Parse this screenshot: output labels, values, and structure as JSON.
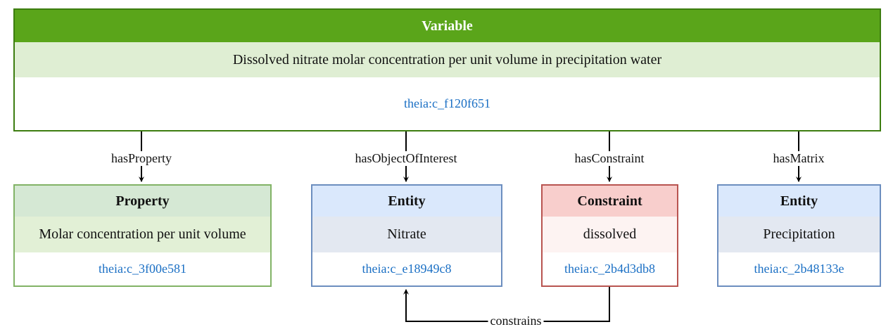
{
  "variable": {
    "header": "Variable",
    "label": "Dissolved nitrate molar concentration per unit volume in precipitation water",
    "uri": "theia:c_f120f651"
  },
  "nodes": {
    "property": {
      "header": "Property",
      "label": "Molar concentration per unit volume",
      "uri": "theia:c_3f00e581"
    },
    "entity_object": {
      "header": "Entity",
      "label": "Nitrate",
      "uri": "theia:c_e18949c8"
    },
    "constraint": {
      "header": "Constraint",
      "label": "dissolved",
      "uri": "theia:c_2b4d3db8"
    },
    "entity_matrix": {
      "header": "Entity",
      "label": "Precipitation",
      "uri": "theia:c_2b48133e"
    }
  },
  "edges": {
    "has_property": "hasProperty",
    "has_object_of_interest": "hasObjectOfInterest",
    "has_constraint": "hasConstraint",
    "has_matrix": "hasMatrix",
    "constrains": "constrains"
  },
  "colors": {
    "variable_border": "#3d7d10",
    "variable_header": "#5aa51a",
    "property_border": "#82b366",
    "entity_border": "#6c8ebf",
    "constraint_border": "#b85450",
    "uri_text": "#1a6fc4"
  }
}
